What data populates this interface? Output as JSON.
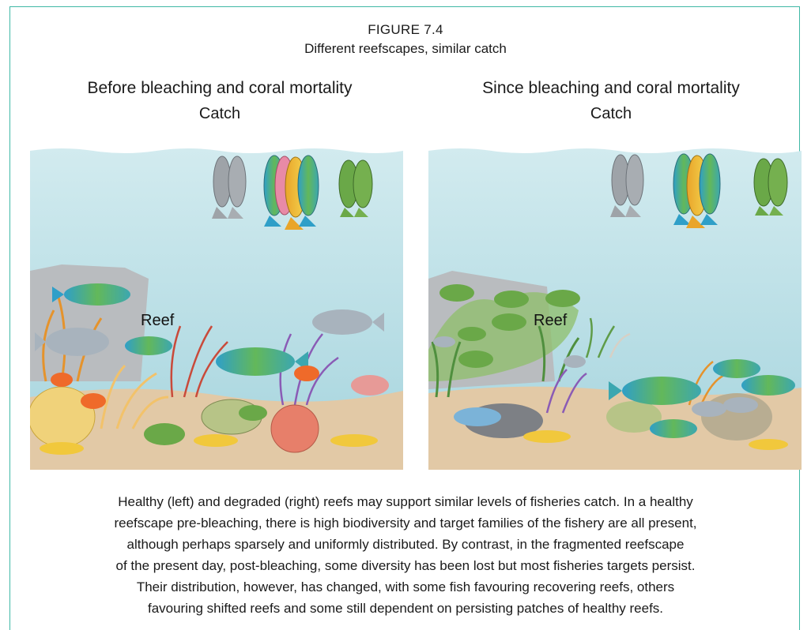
{
  "figure": {
    "number": "FIGURE 7.4",
    "title": "Different reefscapes, similar catch"
  },
  "panels": [
    {
      "heading": "Before bleaching and coral mortality",
      "catch_label": "Catch",
      "reef_label": "Reef"
    },
    {
      "heading": "Since bleaching and coral mortality",
      "catch_label": "Catch",
      "reef_label": "Reef"
    }
  ],
  "caption": [
    "Healthy (left) and degraded (right) reefs may support similar levels of fisheries catch. In a healthy",
    "reefscape pre-bleaching, there is high biodiversity and target families of the fishery are all present,",
    "although perhaps sparsely and uniformly distributed. By contrast, in the fragmented reefscape",
    "of the present day, post-bleaching, some diversity has been lost but most fisheries targets persist.",
    "Their distribution, however, has changed, with some fish favouring recovering reefs, others",
    "favouring shifted reefs and some still dependent on persisting patches of healthy reefs."
  ],
  "colors": {
    "frame": "#3fb8a6",
    "water_top": "#cfe9ee",
    "water_bottom": "#a9d7e0",
    "sand": "#e2c9a6",
    "rock": "#b9bcbf"
  }
}
